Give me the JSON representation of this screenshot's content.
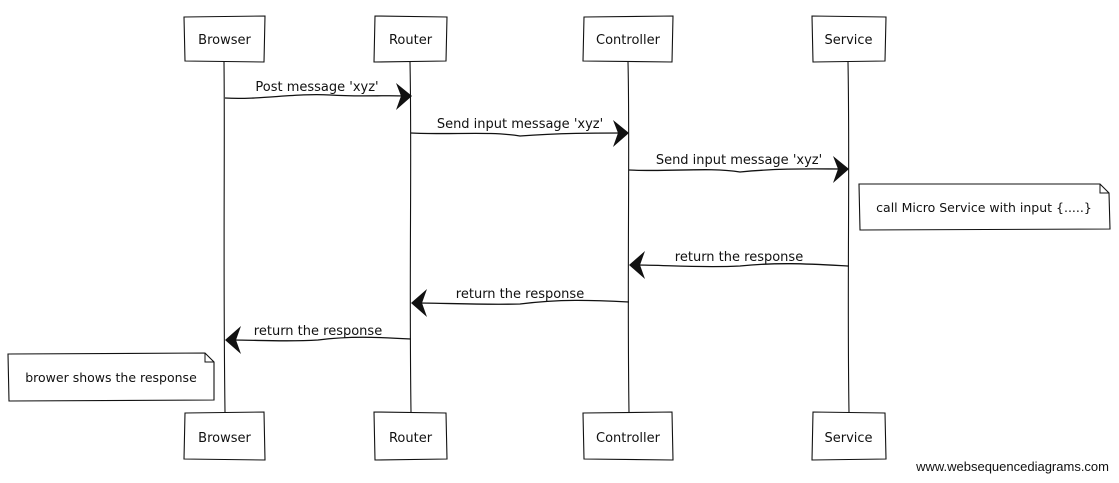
{
  "participants": [
    {
      "id": "browser",
      "label": "Browser"
    },
    {
      "id": "router",
      "label": "Router"
    },
    {
      "id": "controller",
      "label": "Controller"
    },
    {
      "id": "service",
      "label": "Service"
    }
  ],
  "messages": [
    {
      "from": "browser",
      "to": "router",
      "label": "Post message 'xyz'"
    },
    {
      "from": "router",
      "to": "controller",
      "label": "Send input message 'xyz'"
    },
    {
      "from": "controller",
      "to": "service",
      "label": "Send input message 'xyz'"
    },
    {
      "from": "service",
      "to": "controller",
      "label": "return the response"
    },
    {
      "from": "controller",
      "to": "router",
      "label": "return the response"
    },
    {
      "from": "router",
      "to": "browser",
      "label": "return the response"
    }
  ],
  "notes": [
    {
      "attached_to": "service",
      "text": "call Micro Service with input {.....}"
    },
    {
      "attached_to": "browser",
      "text": "brower shows the response"
    }
  ],
  "watermark": "www.websequencediagrams.com"
}
